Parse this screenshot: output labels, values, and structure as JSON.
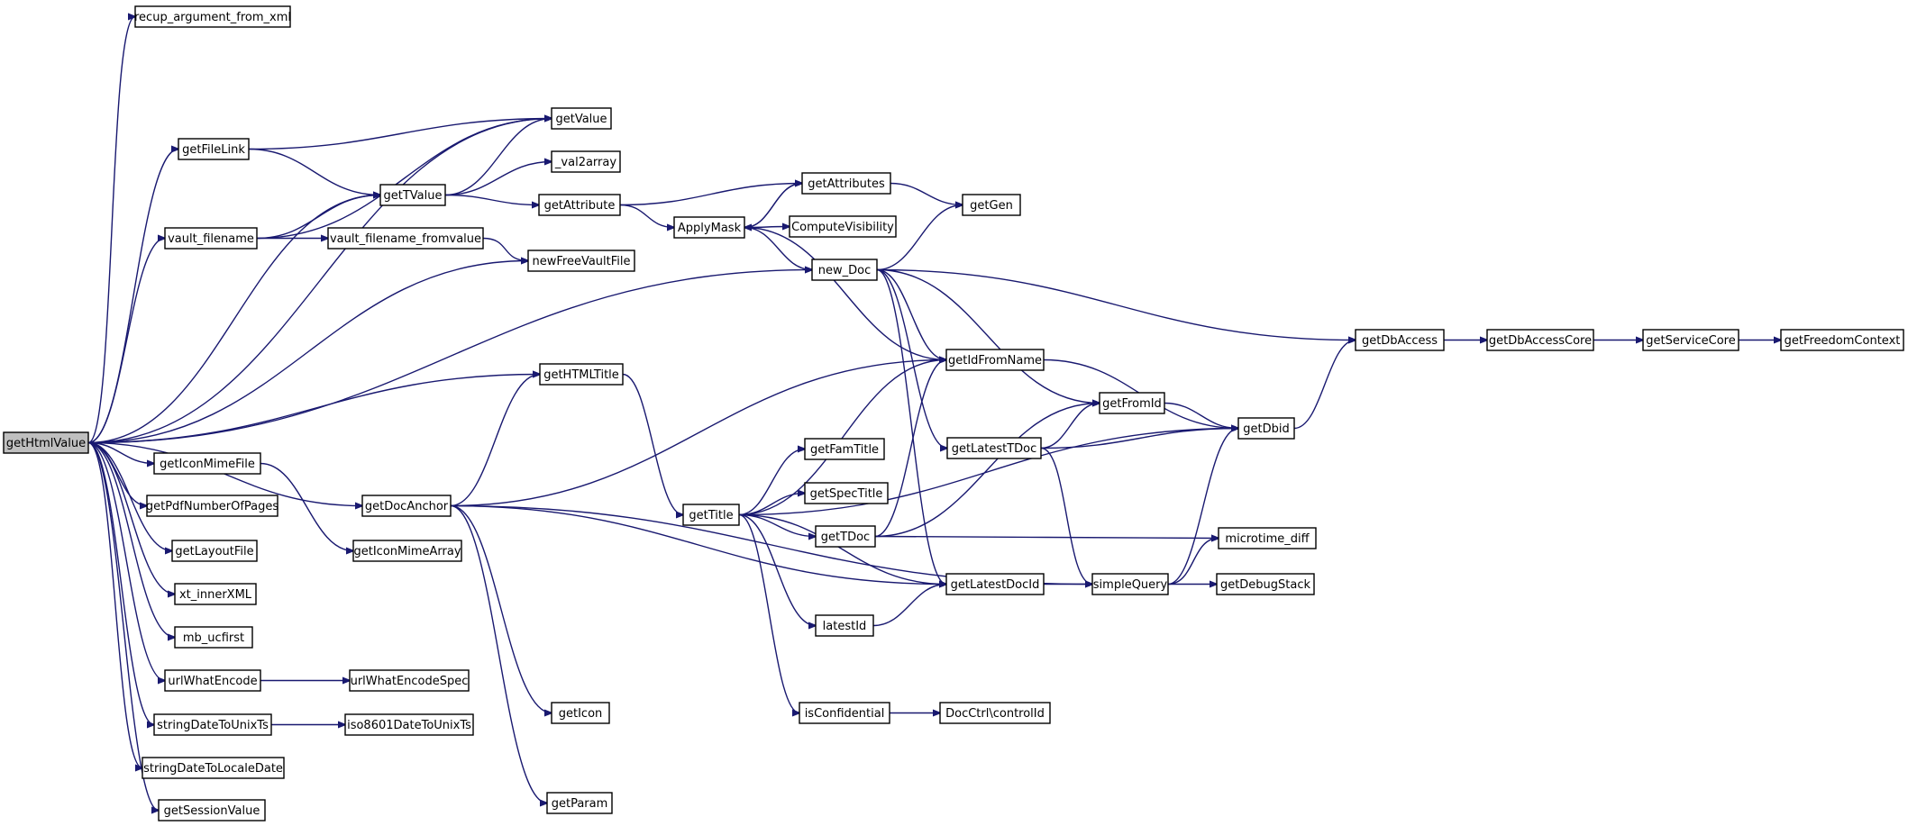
{
  "edge_color": "#191970",
  "root": "getHtmlValue",
  "nodes": [
    {
      "id": "getHtmlValue"
    },
    {
      "id": "recup_argument_from_xml"
    },
    {
      "id": "getValue"
    },
    {
      "id": "getFileLink"
    },
    {
      "id": "_val2array"
    },
    {
      "id": "getTValue"
    },
    {
      "id": "getAttribute"
    },
    {
      "id": "getAttributes"
    },
    {
      "id": "getGen"
    },
    {
      "id": "ApplyMask"
    },
    {
      "id": "ComputeVisibility"
    },
    {
      "id": "vault_filename"
    },
    {
      "id": "vault_filename_fromvalue"
    },
    {
      "id": "newFreeVaultFile"
    },
    {
      "id": "new_Doc"
    },
    {
      "id": "getDbAccess"
    },
    {
      "id": "getDbAccessCore"
    },
    {
      "id": "getServiceCore"
    },
    {
      "id": "getFreedomContext"
    },
    {
      "id": "getHTMLTitle"
    },
    {
      "id": "getIdFromName"
    },
    {
      "id": "getFromId"
    },
    {
      "id": "getDbid"
    },
    {
      "id": "getIconMimeFile"
    },
    {
      "id": "getLatestTDoc"
    },
    {
      "id": "getFamTitle"
    },
    {
      "id": "getPdfNumberOfPages"
    },
    {
      "id": "getDocAnchor"
    },
    {
      "id": "getSpecTitle"
    },
    {
      "id": "getTitle"
    },
    {
      "id": "getIconMimeArray"
    },
    {
      "id": "getTDoc"
    },
    {
      "id": "microtime_diff"
    },
    {
      "id": "getLayoutFile"
    },
    {
      "id": "getLatestDocId"
    },
    {
      "id": "simpleQuery"
    },
    {
      "id": "getDebugStack"
    },
    {
      "id": "xt_innerXML"
    },
    {
      "id": "latestId"
    },
    {
      "id": "mb_ucfirst"
    },
    {
      "id": "urlWhatEncode"
    },
    {
      "id": "urlWhatEncodeSpec"
    },
    {
      "id": "getIcon"
    },
    {
      "id": "isConfidential"
    },
    {
      "id": "DocCtrl\\controlId"
    },
    {
      "id": "stringDateToUnixTs"
    },
    {
      "id": "iso8601DateToUnixTs"
    },
    {
      "id": "stringDateToLocaleDate"
    },
    {
      "id": "getParam"
    },
    {
      "id": "getSessionValue"
    }
  ],
  "edges": [
    [
      "getHtmlValue",
      "recup_argument_from_xml"
    ],
    [
      "getHtmlValue",
      "getValue"
    ],
    [
      "getHtmlValue",
      "getFileLink"
    ],
    [
      "getHtmlValue",
      "getTValue"
    ],
    [
      "getHtmlValue",
      "vault_filename"
    ],
    [
      "getHtmlValue",
      "newFreeVaultFile"
    ],
    [
      "getHtmlValue",
      "new_Doc"
    ],
    [
      "getHtmlValue",
      "getHTMLTitle"
    ],
    [
      "getHtmlValue",
      "getIconMimeFile"
    ],
    [
      "getHtmlValue",
      "getPdfNumberOfPages"
    ],
    [
      "getHtmlValue",
      "getDocAnchor"
    ],
    [
      "getHtmlValue",
      "getLayoutFile"
    ],
    [
      "getHtmlValue",
      "xt_innerXML"
    ],
    [
      "getHtmlValue",
      "mb_ucfirst"
    ],
    [
      "getHtmlValue",
      "urlWhatEncode"
    ],
    [
      "getHtmlValue",
      "stringDateToUnixTs"
    ],
    [
      "getHtmlValue",
      "stringDateToLocaleDate"
    ],
    [
      "getHtmlValue",
      "getSessionValue"
    ],
    [
      "getFileLink",
      "getValue"
    ],
    [
      "getFileLink",
      "getTValue"
    ],
    [
      "getTValue",
      "getValue"
    ],
    [
      "getTValue",
      "_val2array"
    ],
    [
      "getTValue",
      "getAttribute"
    ],
    [
      "vault_filename",
      "getValue"
    ],
    [
      "vault_filename",
      "getTValue"
    ],
    [
      "vault_filename",
      "vault_filename_fromvalue"
    ],
    [
      "vault_filename_fromvalue",
      "newFreeVaultFile"
    ],
    [
      "getAttribute",
      "getAttributes"
    ],
    [
      "getAttribute",
      "ApplyMask"
    ],
    [
      "getAttributes",
      "getGen"
    ],
    [
      "getAttributes",
      "ApplyMask"
    ],
    [
      "ApplyMask",
      "getAttributes"
    ],
    [
      "ApplyMask",
      "ComputeVisibility"
    ],
    [
      "ApplyMask",
      "new_Doc"
    ],
    [
      "ApplyMask",
      "getIdFromName"
    ],
    [
      "new_Doc",
      "getGen"
    ],
    [
      "new_Doc",
      "getDbAccess"
    ],
    [
      "new_Doc",
      "getIdFromName"
    ],
    [
      "new_Doc",
      "getFromId"
    ],
    [
      "new_Doc",
      "getLatestTDoc"
    ],
    [
      "new_Doc",
      "getLatestDocId"
    ],
    [
      "getDbAccess",
      "getDbAccessCore"
    ],
    [
      "getDbAccessCore",
      "getServiceCore"
    ],
    [
      "getServiceCore",
      "getFreedomContext"
    ],
    [
      "getHTMLTitle",
      "getTitle"
    ],
    [
      "getIdFromName",
      "getDbid"
    ],
    [
      "getFromId",
      "getDbid"
    ],
    [
      "getDbid",
      "getDbAccess"
    ],
    [
      "getIconMimeFile",
      "getIconMimeArray"
    ],
    [
      "getLatestTDoc",
      "getFromId"
    ],
    [
      "getLatestTDoc",
      "getDbid"
    ],
    [
      "getLatestTDoc",
      "simpleQuery"
    ],
    [
      "getDocAnchor",
      "getHTMLTitle"
    ],
    [
      "getDocAnchor",
      "getIdFromName"
    ],
    [
      "getDocAnchor",
      "getLatestDocId"
    ],
    [
      "getDocAnchor",
      "simpleQuery"
    ],
    [
      "getDocAnchor",
      "getIcon"
    ],
    [
      "getDocAnchor",
      "getParam"
    ],
    [
      "getTitle",
      "getIdFromName"
    ],
    [
      "getTitle",
      "getFamTitle"
    ],
    [
      "getTitle",
      "getSpecTitle"
    ],
    [
      "getTitle",
      "getTDoc"
    ],
    [
      "getTitle",
      "getLatestDocId"
    ],
    [
      "getTitle",
      "latestId"
    ],
    [
      "getTitle",
      "isConfidential"
    ],
    [
      "getTitle",
      "getDbid"
    ],
    [
      "getTDoc",
      "getIdFromName"
    ],
    [
      "getTDoc",
      "getFromId"
    ],
    [
      "getTDoc",
      "microtime_diff"
    ],
    [
      "getLatestDocId",
      "simpleQuery"
    ],
    [
      "latestId",
      "getLatestDocId"
    ],
    [
      "simpleQuery",
      "getDbid"
    ],
    [
      "simpleQuery",
      "microtime_diff"
    ],
    [
      "simpleQuery",
      "getDebugStack"
    ],
    [
      "urlWhatEncode",
      "urlWhatEncodeSpec"
    ],
    [
      "isConfidential",
      "DocCtrl\\controlId"
    ],
    [
      "stringDateToUnixTs",
      "iso8601DateToUnixTs"
    ]
  ]
}
